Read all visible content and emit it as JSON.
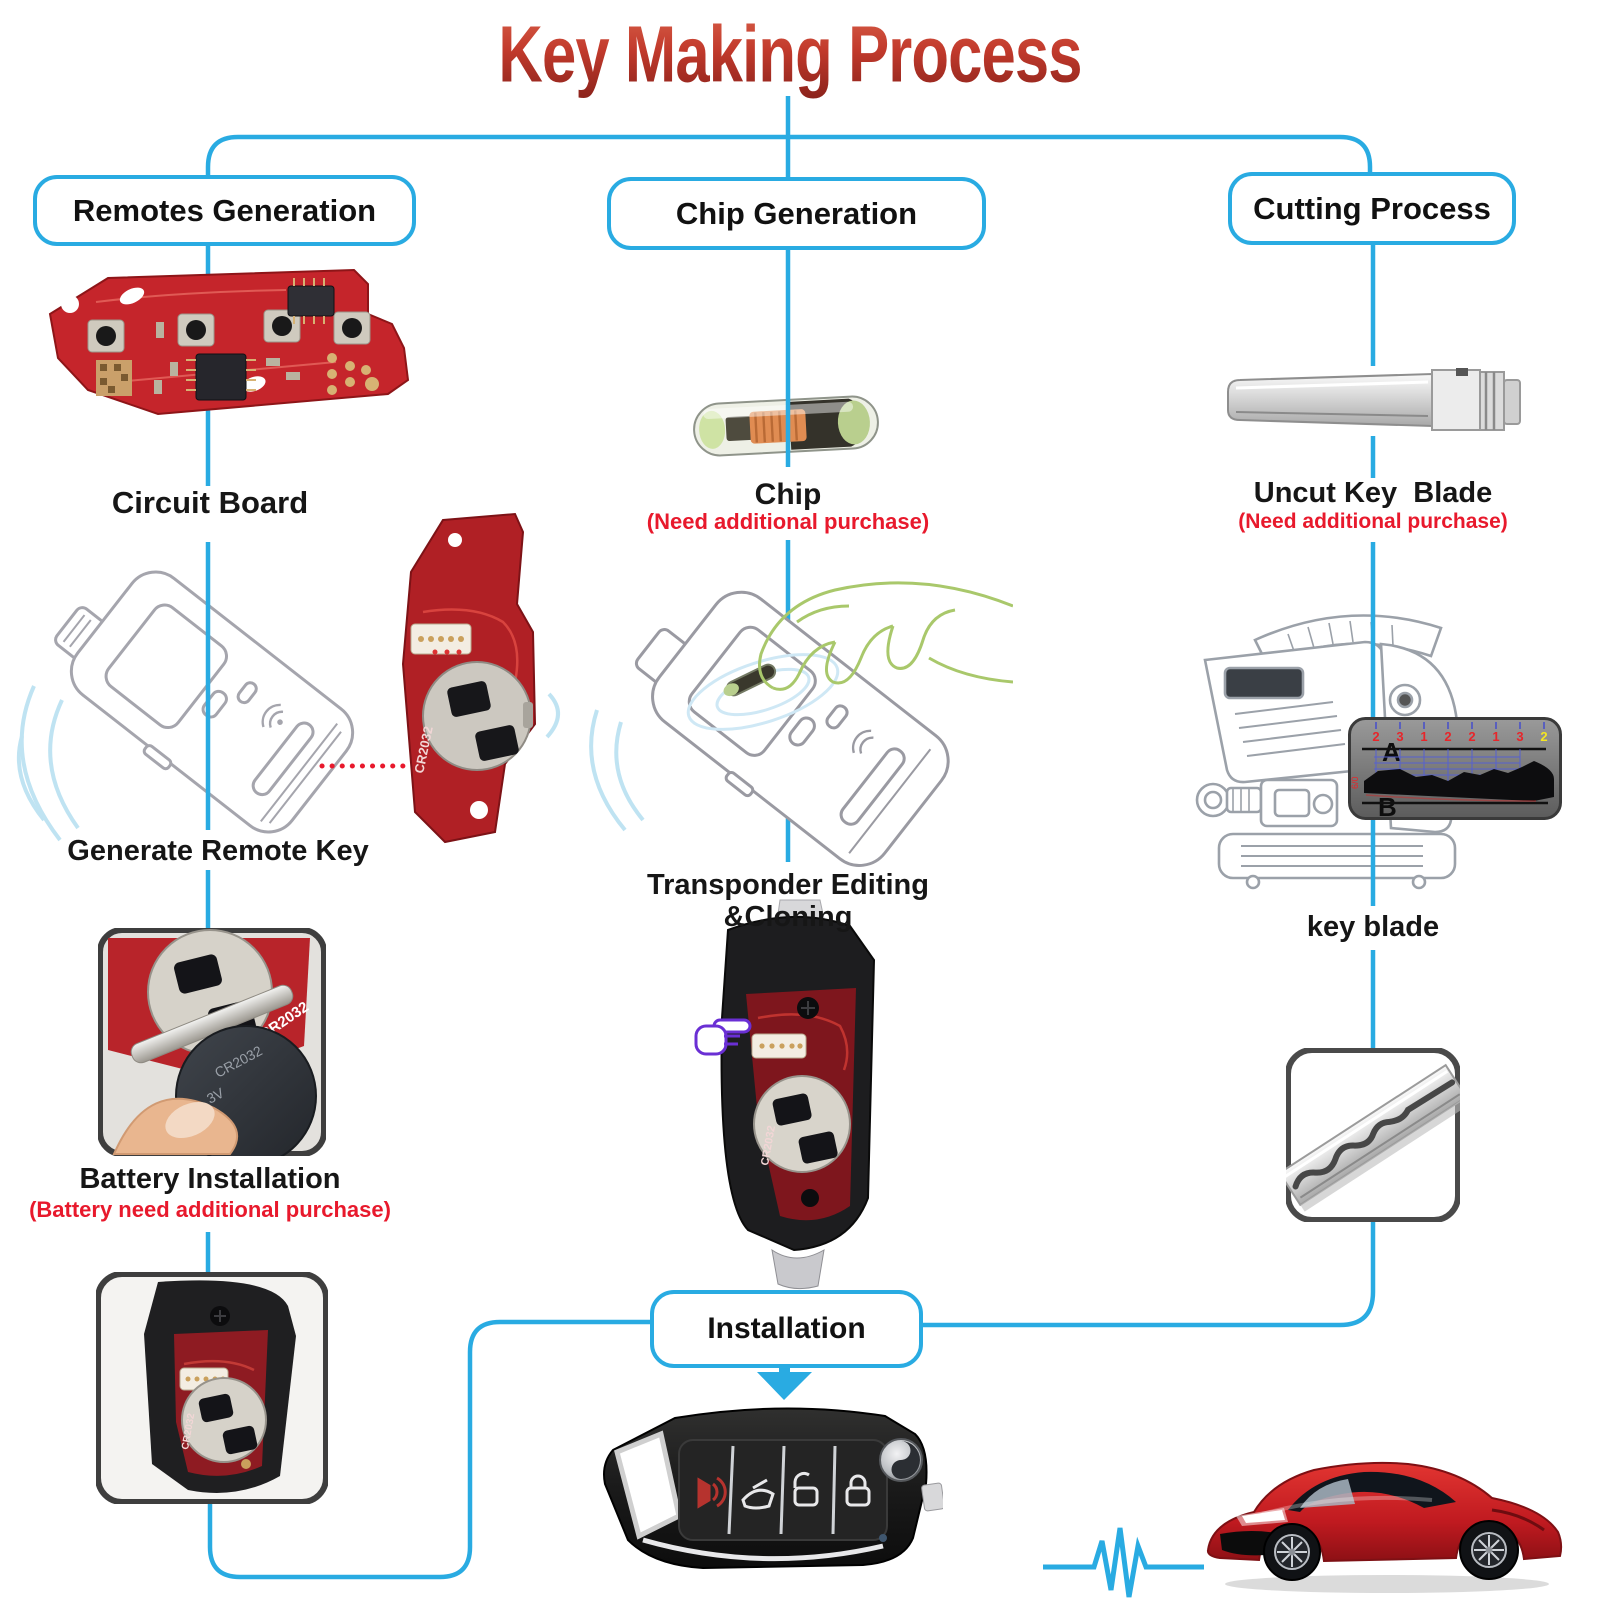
{
  "title": "Key Making Process",
  "colors": {
    "connector": "#29abe2",
    "note_red": "#e8192c",
    "title_gradient_top": "#d86049",
    "title_gradient_bottom": "#8a221b"
  },
  "branches": {
    "remotes": {
      "label": "Remotes Generation",
      "circuit_board_caption": "Circuit Board",
      "generate_caption": "Generate Remote Key",
      "battery_caption": "Battery Installation",
      "battery_note": "(Battery need additional purchase)"
    },
    "chip": {
      "label": "Chip Generation",
      "chip_caption": "Chip",
      "chip_note": "(Need additional purchase)",
      "transponder_caption": "Transponder Editing &Cloning",
      "installation_label": "Installation"
    },
    "cutting": {
      "label": "Cutting Process",
      "uncut_caption": "Uncut Key  Blade",
      "uncut_note": "(Need additional purchase)",
      "key_blade_caption": "key blade"
    }
  },
  "figures": {
    "cr2032_label": "CR2032",
    "battery_voltage": "3V",
    "depth_chart": {
      "row_a": "A",
      "row_b": "B",
      "digits": [
        "2",
        "3",
        "1",
        "2",
        "2",
        "1",
        "3"
      ],
      "highlight_digit": "2",
      "side_label": "6/0"
    }
  }
}
